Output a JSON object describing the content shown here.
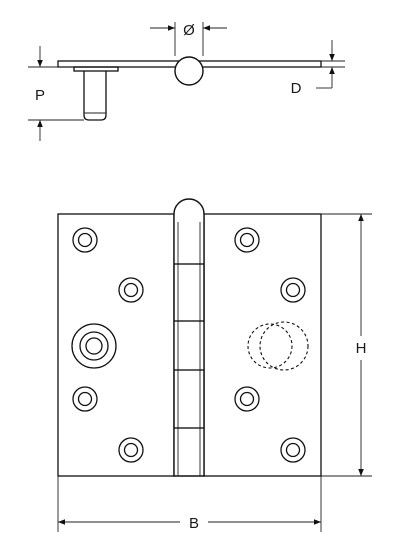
{
  "labels": {
    "pin_diameter": "Ø",
    "pin_length": "P",
    "leaf_thickness": "D",
    "height": "H",
    "width": "B"
  },
  "colors": {
    "stroke": "#111111",
    "background": "#ffffff"
  }
}
